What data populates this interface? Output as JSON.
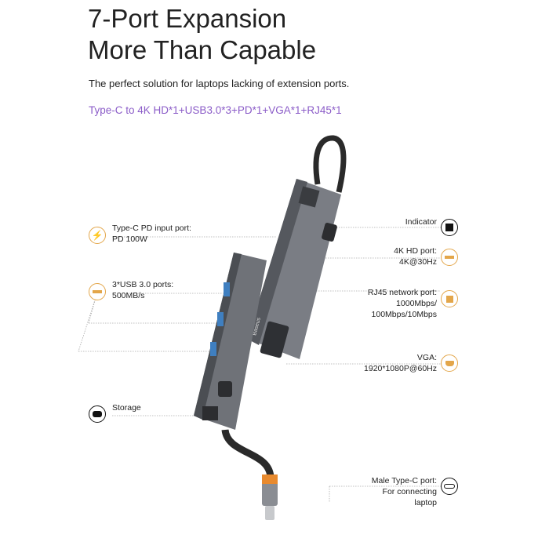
{
  "header": {
    "title_line1": "7-Port Expansion",
    "title_line2": "More Than Capable",
    "subtitle": "The perfect solution for laptops lacking of extension ports.",
    "spec": "Type-C to 4K HD*1+USB3.0*3+PD*1+VGA*1+RJ45*1"
  },
  "callouts": {
    "pd": {
      "title": "Type-C PD input port:",
      "value": "PD 100W",
      "icon": "lightning-icon"
    },
    "usb": {
      "title": "3*USB 3.0 ports:",
      "value": "500MB/s",
      "icon": "usb-port-icon"
    },
    "storage": {
      "title": "Storage",
      "icon": "card-slot-icon"
    },
    "indicator": {
      "title": "Indicator",
      "icon": "square-indicator-icon"
    },
    "hd": {
      "title": "4K HD port:",
      "value": "4K@30Hz",
      "icon": "hdmi-port-icon"
    },
    "rj45": {
      "title": "RJ45 network port:",
      "value1": "1000Mbps/",
      "value2": "100Mbps/10Mbps",
      "icon": "ethernet-port-icon"
    },
    "vga": {
      "title": "VGA:",
      "value": "1920*1080P@60Hz",
      "icon": "vga-port-icon"
    },
    "typec": {
      "title": "Male Type-C port:",
      "value1": "For connecting",
      "value2": "laptop",
      "icon": "type-c-icon"
    }
  },
  "device": {
    "brand": "Baseus"
  },
  "colors": {
    "accent": "#e3a64a",
    "purple": "#8b5cc8",
    "device": "#6b6e75"
  }
}
